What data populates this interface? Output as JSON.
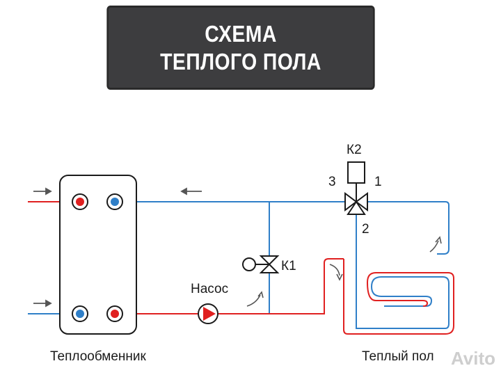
{
  "title": {
    "line1": "СХЕМА",
    "line2": "ТЕПЛОГО ПОЛА"
  },
  "labels": {
    "heat_exchanger": "Теплообменник",
    "pump": "Насос",
    "valve_k1": "К1",
    "valve_k2": "К2",
    "port_1": "1",
    "port_2": "2",
    "port_3": "3",
    "warm_floor": "Теплый пол"
  },
  "watermark": "Avito",
  "colors": {
    "hot": "#e02020",
    "cold": "#2f7fc8",
    "banner": "#3d3d3f"
  }
}
